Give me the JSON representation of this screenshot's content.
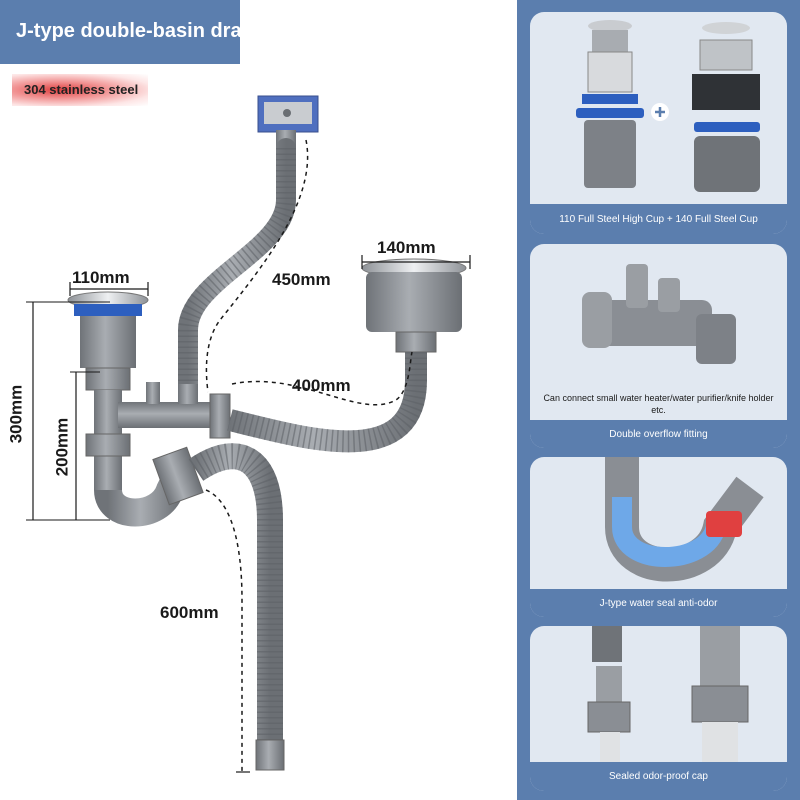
{
  "header": {
    "title": "J-type double-basin drai"
  },
  "material": {
    "label": "304 stainless steel"
  },
  "dimensions": {
    "inlet_small": "110mm",
    "inlet_large": "140mm",
    "overflow_hose": "450mm",
    "connector_hose": "400mm",
    "height_total": "300mm",
    "height_trap": "200mm",
    "outlet_hose": "600mm"
  },
  "features": [
    {
      "caption": "110 Full Steel High Cup + 140 Full Steel Cup"
    },
    {
      "note": "Can connect small water heater/water purifier/knife holder etc.",
      "caption": "Double overflow fitting"
    },
    {
      "caption": "J-type water seal anti-odor"
    },
    {
      "caption": "Sealed odor-proof cap"
    }
  ],
  "colors": {
    "accent": "#5b7eae",
    "card": "#e1e8f1",
    "pipe": "#8a8e94",
    "steel": "#c9ccd0",
    "seal_blue": "#2d5fbf"
  }
}
